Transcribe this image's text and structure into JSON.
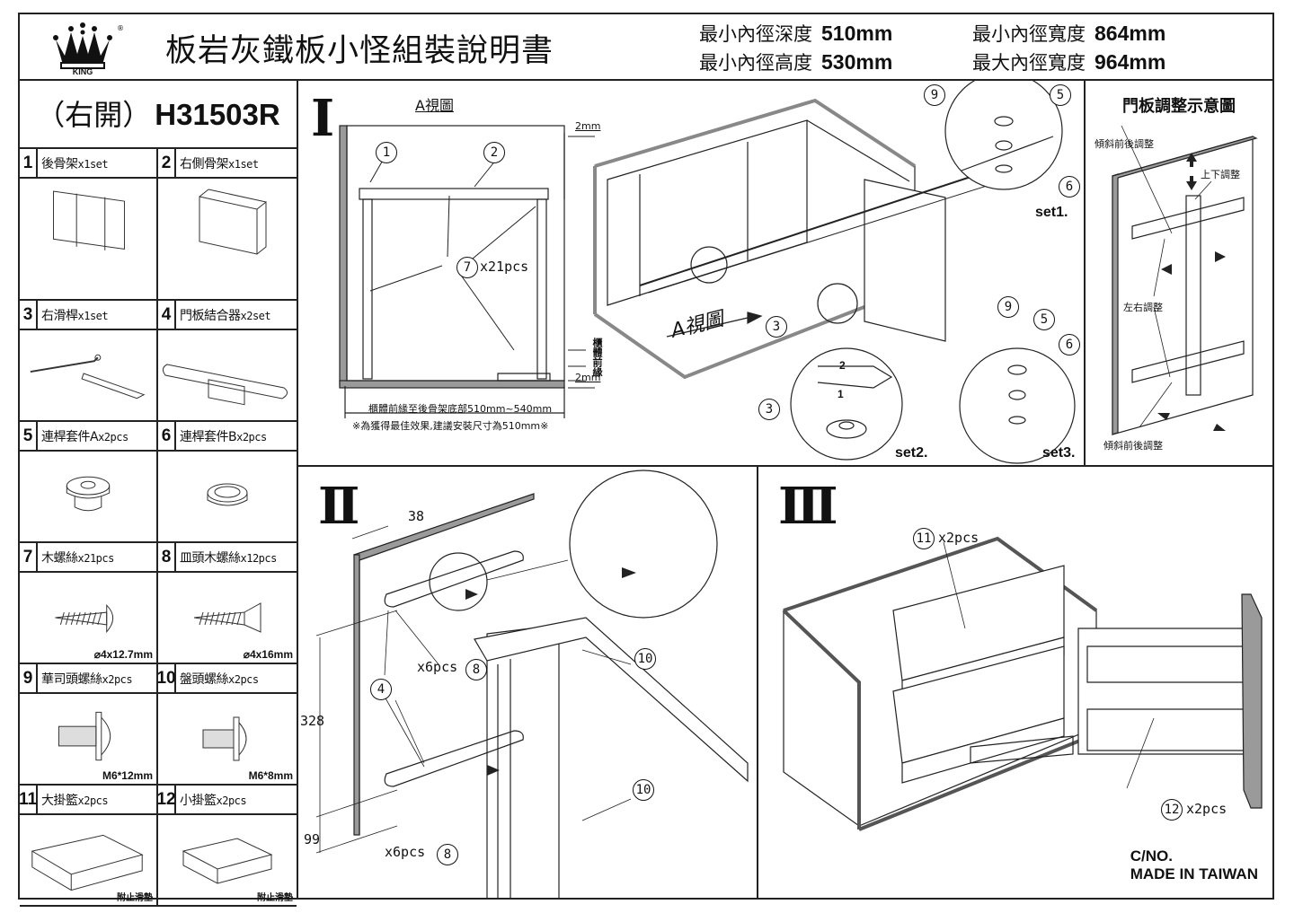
{
  "header": {
    "brand": "KING",
    "brand_mark": "®",
    "title": "板岩灰鐵板小怪組裝說明書",
    "specs": [
      {
        "label": "最小內徑深度",
        "value": "510mm"
      },
      {
        "label": "最小內徑高度",
        "value": "530mm"
      },
      {
        "label": "最小內徑寬度",
        "value": "864mm"
      },
      {
        "label": "最大內徑寬度",
        "value": "964mm"
      }
    ]
  },
  "model": {
    "orientation": "（右開）",
    "code": "H31503R"
  },
  "parts": [
    {
      "num": "1",
      "name": "後骨架",
      "qty": "x1set",
      "spec": "",
      "note": "",
      "icon": "back-frame-icon"
    },
    {
      "num": "2",
      "name": "右側骨架",
      "qty": "x1set",
      "spec": "",
      "note": "",
      "icon": "side-frame-icon"
    },
    {
      "num": "3",
      "name": "右滑桿",
      "qty": "x1set",
      "spec": "",
      "note": "",
      "icon": "slide-rod-icon"
    },
    {
      "num": "4",
      "name": "門板結合器",
      "qty": "x2set",
      "spec": "",
      "note": "",
      "icon": "door-connector-icon"
    },
    {
      "num": "5",
      "name": "連桿套件A",
      "qty": "x2pcs",
      "spec": "",
      "note": "",
      "icon": "bushing-a-icon"
    },
    {
      "num": "6",
      "name": "連桿套件B",
      "qty": "x2pcs",
      "spec": "",
      "note": "",
      "icon": "bushing-b-icon"
    },
    {
      "num": "7",
      "name": "木螺絲",
      "qty": "x21pcs",
      "spec": "⌀4x12.7mm",
      "note": "",
      "icon": "wood-screw-icon"
    },
    {
      "num": "8",
      "name": "皿頭木螺絲",
      "qty": "x12pcs",
      "spec": "⌀4x16mm",
      "note": "",
      "icon": "countersunk-screw-icon"
    },
    {
      "num": "9",
      "name": "華司頭螺絲",
      "qty": "x2pcs",
      "spec": "M6*12mm",
      "note": "",
      "icon": "washer-head-screw-icon"
    },
    {
      "num": "10",
      "name": "盤頭螺絲",
      "qty": "x2pcs",
      "spec": "M6*8mm",
      "note": "",
      "icon": "pan-head-screw-icon"
    },
    {
      "num": "11",
      "name": "大掛籃",
      "qty": "x2pcs",
      "spec": "",
      "note": "附止滑墊",
      "icon": "large-basket-icon"
    },
    {
      "num": "12",
      "name": "小掛籃",
      "qty": "x2pcs",
      "spec": "",
      "note": "附止滑墊",
      "icon": "small-basket-icon"
    }
  ],
  "step1": {
    "numeral": "I",
    "view_title": "A視圖",
    "callouts": [
      "1",
      "2",
      "7",
      "3",
      "3",
      "9",
      "5",
      "6",
      "9",
      "5",
      "6"
    ],
    "screw_qty": "x21pcs",
    "gap_top": "2mm",
    "gap_bottom": "2mm",
    "front_edge_label": "櫃體前緣",
    "depth_dim": "櫃體前緣至後骨架底部510mm~540mm",
    "depth_note": "※為獲得最佳效果,建議安裝尺寸為510mm※",
    "view_arrow_label": "A視圖",
    "sets": [
      "set1.",
      "set2.",
      "set3."
    ],
    "step_marks": [
      "1",
      "2"
    ]
  },
  "adjust": {
    "title": "門板調整示意圖",
    "tilt_top": "傾斜前後調整",
    "vertical": "上下調整",
    "horizontal": "左右調整",
    "tilt_bottom": "傾斜前後調整"
  },
  "step2": {
    "numeral": "II",
    "dim_top": "38",
    "dim_mid": "328",
    "dim_bottom": "99",
    "callout_4": "4",
    "callout_8": "8",
    "callout_10": "10",
    "screw_qty_upper": "x6pcs",
    "screw_qty_lower": "x6pcs"
  },
  "step3": {
    "numeral": "III",
    "callout_11": "11",
    "callout_12": "12",
    "qty_11": "x2pcs",
    "qty_12": "x2pcs"
  },
  "footer": {
    "carton": "C/NO.",
    "origin": "MADE IN TAIWAN"
  },
  "colors": {
    "line": "#222222",
    "panel_edge": "#9a9a9a",
    "paper": "#ffffff"
  }
}
